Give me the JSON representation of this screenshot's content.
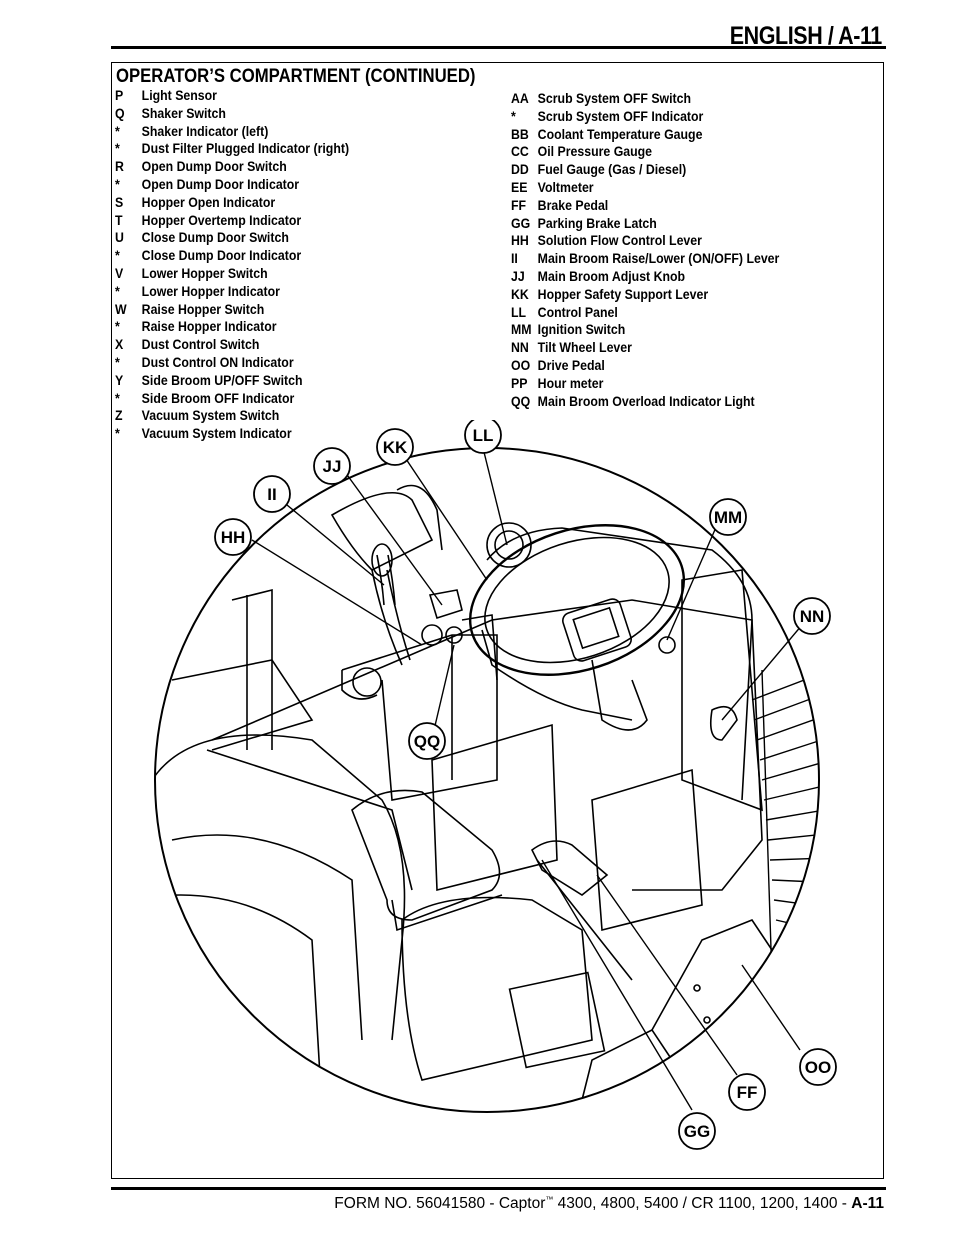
{
  "header": {
    "title": "ENGLISH / A-11"
  },
  "section_title": "OPERATOR’S COMPARTMENT (CONTINUED)",
  "left_items": [
    {
      "code": "P",
      "label": "Light Sensor"
    },
    {
      "code": "Q",
      "label": "Shaker Switch"
    },
    {
      "code": "*",
      "label": "Shaker Indicator (left)"
    },
    {
      "code": "*",
      "label": "Dust Filter Plugged Indicator (right)"
    },
    {
      "code": "R",
      "label": "Open Dump Door Switch"
    },
    {
      "code": "*",
      "label": "Open Dump Door Indicator"
    },
    {
      "code": "S",
      "label": "Hopper Open Indicator"
    },
    {
      "code": "T",
      "label": "Hopper Overtemp Indicator"
    },
    {
      "code": "U",
      "label": "Close Dump Door Switch"
    },
    {
      "code": "*",
      "label": "Close Dump Door Indicator"
    },
    {
      "code": "V",
      "label": "Lower Hopper Switch"
    },
    {
      "code": "*",
      "label": "Lower Hopper Indicator"
    },
    {
      "code": "W",
      "label": "Raise Hopper Switch"
    },
    {
      "code": "*",
      "label": "Raise Hopper Indicator"
    },
    {
      "code": "X",
      "label": "Dust Control Switch"
    },
    {
      "code": "*",
      "label": "Dust Control ON Indicator"
    },
    {
      "code": "Y",
      "label": "Side Broom UP/OFF Switch"
    },
    {
      "code": "*",
      "label": "Side Broom OFF Indicator"
    },
    {
      "code": "Z",
      "label": "Vacuum System Switch"
    },
    {
      "code": "*",
      "label": "Vacuum System Indicator"
    }
  ],
  "right_items": [
    {
      "code": "AA",
      "label": "Scrub System OFF Switch"
    },
    {
      "code": "*",
      "label": "Scrub System OFF Indicator"
    },
    {
      "code": "BB",
      "label": "Coolant Temperature Gauge"
    },
    {
      "code": "CC",
      "label": "Oil Pressure Gauge"
    },
    {
      "code": "DD",
      "label": "Fuel Gauge (Gas / Diesel)"
    },
    {
      "code": "EE",
      "label": "Voltmeter"
    },
    {
      "code": "FF",
      "label": "Brake Pedal"
    },
    {
      "code": "GG",
      "label": "Parking Brake Latch"
    },
    {
      "code": "HH",
      "label": "Solution Flow Control Lever"
    },
    {
      "code": "II",
      "label": "Main Broom Raise/Lower (ON/OFF) Lever"
    },
    {
      "code": "JJ",
      "label": "Main Broom Adjust Knob"
    },
    {
      "code": "KK",
      "label": "Hopper Safety Support Lever"
    },
    {
      "code": "LL",
      "label": "Control Panel"
    },
    {
      "code": "MM",
      "label": "Ignition Switch"
    },
    {
      "code": "NN",
      "label": "Tilt Wheel Lever"
    },
    {
      "code": "OO",
      "label": "Drive Pedal"
    },
    {
      "code": "PP",
      "label": "Hour meter"
    },
    {
      "code": "QQ",
      "label": "Main Broom Overload Indicator Light"
    }
  ],
  "callouts": {
    "hh": "HH",
    "ii": "II",
    "jj": "JJ",
    "kk": "KK",
    "ll": "LL",
    "mm": "MM",
    "nn": "NN",
    "qq": "QQ",
    "oo": "OO",
    "ff": "FF",
    "gg": "GG"
  },
  "footer": {
    "prefix": "FORM NO. 56041580 - Captor",
    "tm": "™",
    "models": " 4300, 4800, 5400 / CR 1100, 1200, 1400 - ",
    "page": "A-11"
  }
}
